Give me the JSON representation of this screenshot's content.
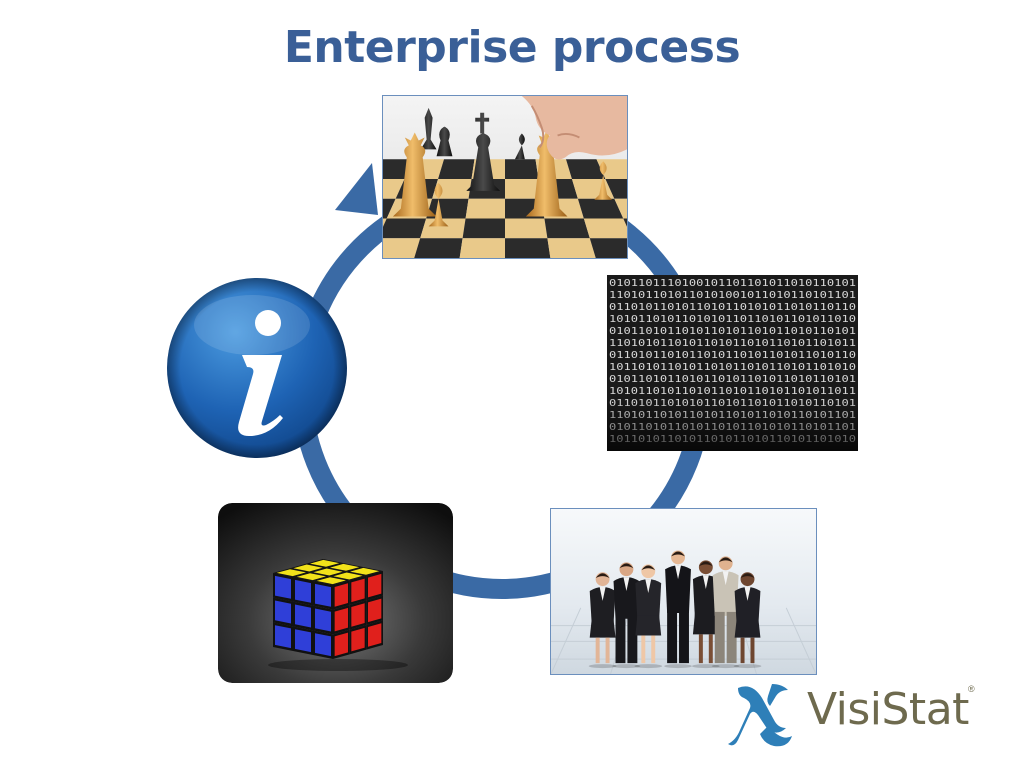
{
  "slide": {
    "title": "Enterprise process",
    "title_color": "#3a5f97",
    "cycle_color": "#3a6aa5"
  },
  "nodes": [
    {
      "id": "strategy",
      "icon": "chess-board-photo"
    },
    {
      "id": "data",
      "icon": "binary-code-photo"
    },
    {
      "id": "people",
      "icon": "business-team-photo"
    },
    {
      "id": "problem",
      "icon": "rubiks-cube-photo"
    },
    {
      "id": "information",
      "icon": "info-icon"
    }
  ],
  "brand": {
    "name": "VisiStat",
    "registered": "®",
    "text_color": "#6e6a4e",
    "mark_color": "#2e7fb8"
  },
  "binary": {
    "rows": [
      "0101101110100101101101011010110101",
      "1101011010110101001011010110101101",
      "0110101101011010110101011010110110",
      "1010110101101010110110101101011010",
      "0101101011010110101101011010110101",
      "1101010110101101011010110101101011",
      "0110101101011010110101101011010110",
      "1011010110101101011010110101101010",
      "0101101011010110101101011010110101",
      "1010110101101011010110101101011011",
      "0110101101010110101101011010110101",
      "1101011010110101101011010110101101",
      "0101101011010110101101010110101101",
      "1011010110101101011010110101101010"
    ]
  }
}
